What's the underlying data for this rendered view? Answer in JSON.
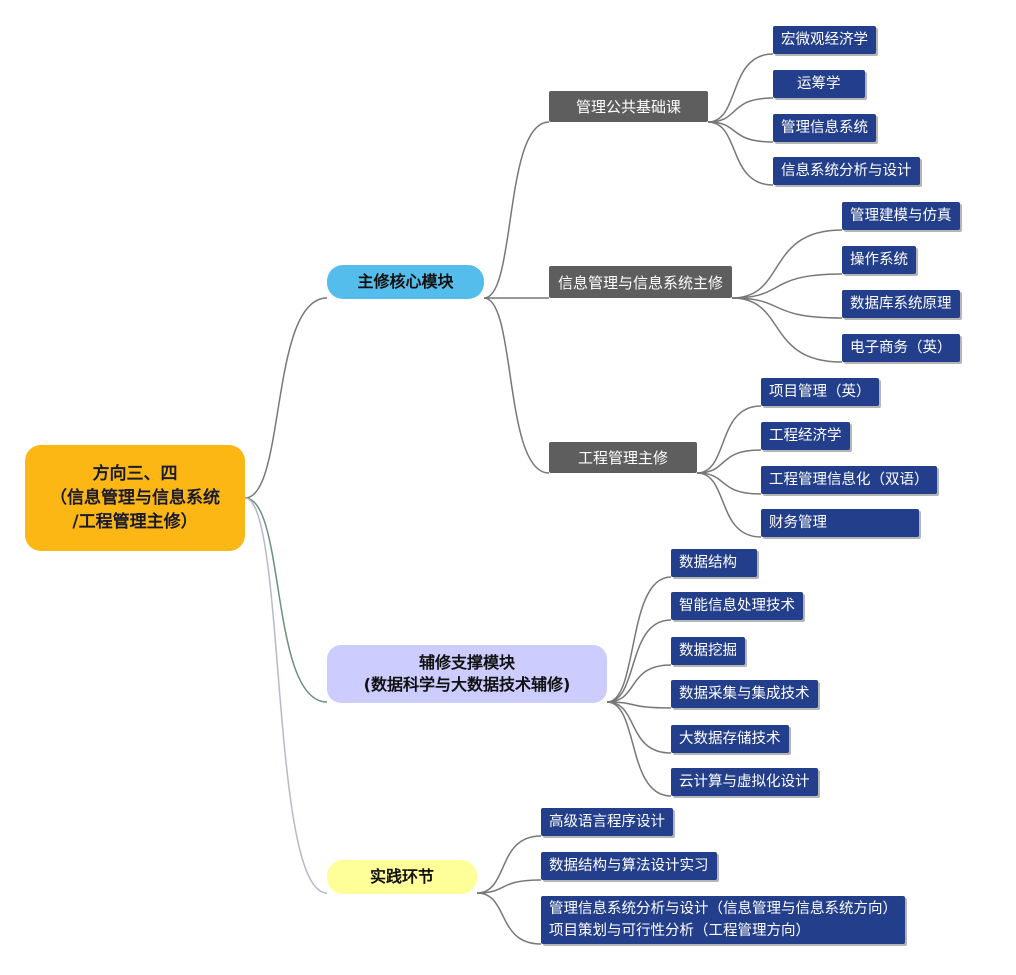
{
  "root": {
    "line1": "方向三、四",
    "line2": "（信息管理与信息系统",
    "line3": "/工程管理主修）",
    "color": "#FDB714"
  },
  "modules": [
    {
      "label": "主修核心模块",
      "color": "#55BDEB",
      "groups": [
        {
          "label": "管理公共基础课",
          "courses": [
            "宏微观经济学",
            "运筹学",
            "管理信息系统",
            "信息系统分析与设计"
          ]
        },
        {
          "label": "信息管理与信息系统主修",
          "courses": [
            "管理建模与仿真",
            "操作系统",
            "数据库系统原理",
            "电子商务（英）"
          ]
        },
        {
          "label": "工程管理主修",
          "courses": [
            "项目管理（英）",
            "工程经济学",
            "工程管理信息化（双语）",
            "财务管理"
          ]
        }
      ]
    },
    {
      "label_line1": "辅修支撑模块",
      "label_line2": "(数据科学与大数据技术辅修)",
      "color": "#CCCCFF",
      "courses": [
        "数据结构",
        "智能信息处理技术",
        "数据挖掘",
        "数据采集与集成技术",
        "大数据存储技术",
        "云计算与虚拟化设计"
      ]
    },
    {
      "label": "实践环节",
      "color": "#FFFF99",
      "courses": [
        "高级语言程序设计",
        "数据结构与算法设计实习"
      ],
      "multi_course": {
        "line1": "管理信息系统分析与设计（信息管理与信息系统方向）",
        "line2": "项目策划与可行性分析（工程管理方向）"
      }
    }
  ],
  "colors": {
    "group_node": "#5E5E5E",
    "course_node": "#233F8B",
    "link_main": "#777777",
    "link_minor": "#6B8F80",
    "link_practice": "#B8B8CC"
  }
}
